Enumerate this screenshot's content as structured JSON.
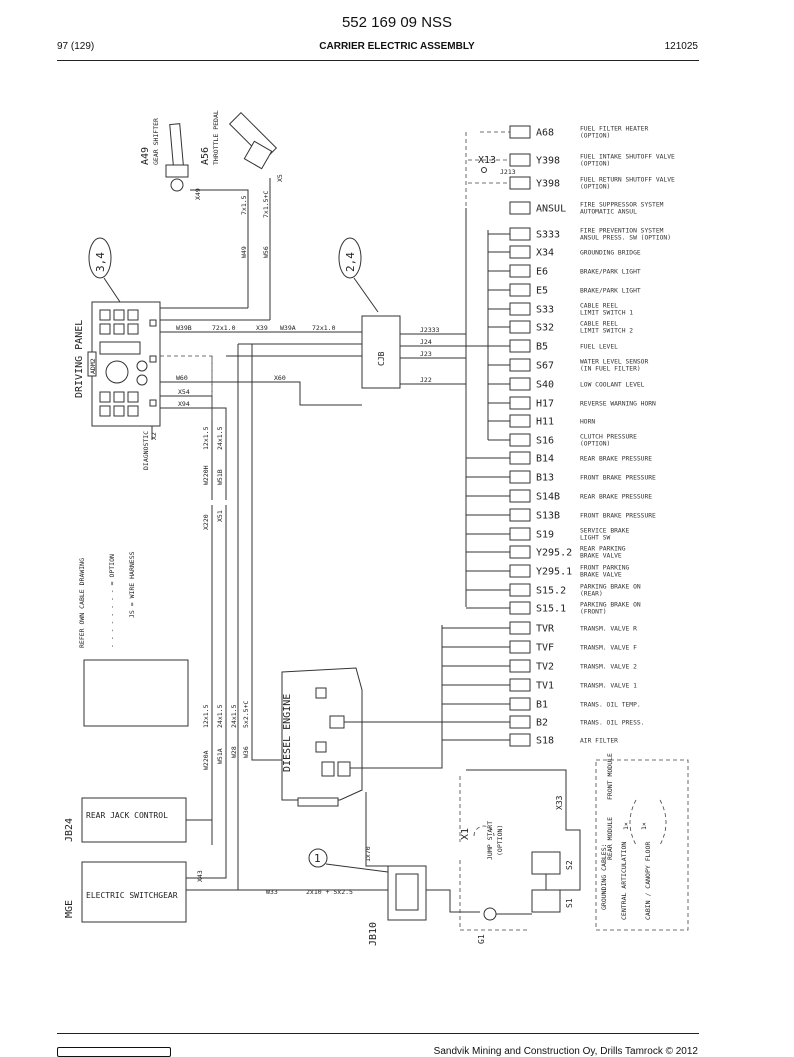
{
  "header": {
    "doc_number": "552 169 09 NSS",
    "page": "97 (129)",
    "title": "CARRIER ELECTRIC ASSEMBLY",
    "date_code": "121025"
  },
  "footer": {
    "company": "Sandvik Mining and Construction Oy, Drills Tamrock © 2012"
  },
  "components": [
    {
      "code": "A68",
      "desc": [
        "FUEL FILTER HEATER",
        "(OPTION)"
      ]
    },
    {
      "code": "Y398",
      "desc": [
        "FUEL INTAKE SHUTOFF VALVE",
        "(OPTION)"
      ]
    },
    {
      "code": "Y398",
      "desc": [
        "FUEL RETURN SHUTOFF VALVE",
        "(OPTION)"
      ]
    },
    {
      "code": "ANSUL",
      "desc": [
        "FIRE SUPPRESSOR SYSTEM",
        "AUTOMATIC ANSUL"
      ]
    },
    {
      "code": "S333",
      "desc": [
        "FIRE PREVENTION SYSTEM",
        "ANSUL PRESS. SW (OPTION)"
      ]
    },
    {
      "code": "X34",
      "desc": [
        "GROUNDING BRIDGE"
      ]
    },
    {
      "code": "E6",
      "desc": [
        "BRAKE/PARK LIGHT"
      ]
    },
    {
      "code": "E5",
      "desc": [
        "BRAKE/PARK LIGHT"
      ]
    },
    {
      "code": "S33",
      "desc": [
        "CABLE REEL",
        "LIMIT SWITCH 1"
      ]
    },
    {
      "code": "S32",
      "desc": [
        "CABLE REEL",
        "LIMIT SWITCH 2"
      ]
    },
    {
      "code": "B5",
      "desc": [
        "FUEL LEVEL"
      ]
    },
    {
      "code": "S67",
      "desc": [
        "WATER LEVEL SENSOR",
        "(IN FUEL FILTER)"
      ]
    },
    {
      "code": "S40",
      "desc": [
        "LOW COOLANT LEVEL"
      ]
    },
    {
      "code": "H17",
      "desc": [
        "REVERSE WARNING HORN"
      ]
    },
    {
      "code": "H11",
      "desc": [
        "HORN"
      ]
    },
    {
      "code": "S16",
      "desc": [
        "CLUTCH PRESSURE",
        "(OPTION)"
      ]
    },
    {
      "code": "B14",
      "desc": [
        "REAR BRAKE PRESSURE"
      ]
    },
    {
      "code": "B13",
      "desc": [
        "FRONT BRAKE PRESSURE"
      ]
    },
    {
      "code": "S14B",
      "desc": [
        "REAR BRAKE PRESSURE"
      ]
    },
    {
      "code": "S13B",
      "desc": [
        "FRONT BRAKE PRESSURE"
      ]
    },
    {
      "code": "S19",
      "desc": [
        "SERVICE BRAKE",
        "LIGHT SW"
      ]
    },
    {
      "code": "Y295.2",
      "desc": [
        "REAR PARKING",
        "BRAKE VALVE"
      ]
    },
    {
      "code": "Y295.1",
      "desc": [
        "FRONT PARKING",
        "BRAKE VALVE"
      ]
    },
    {
      "code": "S15.2",
      "desc": [
        "PARKING BRAKE ON",
        "(REAR)"
      ]
    },
    {
      "code": "S15.1",
      "desc": [
        "PARKING BRAKE ON",
        "(FRONT)"
      ]
    },
    {
      "code": "TVR",
      "desc": [
        "TRANSM. VALVE R"
      ]
    },
    {
      "code": "TVF",
      "desc": [
        "TRANSM. VALVE F"
      ]
    },
    {
      "code": "TV2",
      "desc": [
        "TRANSM. VALVE 2"
      ]
    },
    {
      "code": "TV1",
      "desc": [
        "TRANSM. VALVE 1"
      ]
    },
    {
      "code": "B1",
      "desc": [
        "TRANS. OIL TEMP."
      ]
    },
    {
      "code": "B2",
      "desc": [
        "TRANS. OIL PRESS."
      ]
    },
    {
      "code": "S18",
      "desc": [
        "AIR FILTER"
      ]
    }
  ],
  "labels": {
    "x13": "X13",
    "j213": "J213",
    "a49": "A49",
    "a49_desc": "GEAR SHIFTER",
    "a56": "A56",
    "a56_desc": "THROTTLE PEDAL",
    "x49": "X49",
    "x5": "X5",
    "w49": "W49",
    "w49_sz": "7x1.5",
    "w56": "W56",
    "w56_sz": "7x1.5+C",
    "ref_34": "3,4",
    "ref_24": "2,4",
    "driving_panel": "DRIVING PANEL",
    "adm2": "ADM2",
    "w39b": "W39B",
    "w39b_sz": "72x1.0",
    "x39": "X39",
    "w39a": "W39A",
    "w39a_sz": "72x1.0",
    "cjb": "CJB",
    "j2333": "J2333",
    "j24": "J24",
    "j23": "J23",
    "j22": "J22",
    "w60": "W60",
    "x60": "X60",
    "x54": "X54",
    "x94": "X94",
    "diagnostic": "DIAGNOSTIC",
    "x2": "X2",
    "w220h": "W220H",
    "w220h_sz": "12x1.5",
    "w51b": "W51B",
    "w51b_sz": "24x1.5",
    "x220": "X220",
    "x51": "X51",
    "legend_ref": "REFER OWN CABLE DRAWING",
    "legend_opt": "- - - - - - - - = OPTION",
    "legend_js": "JS = WIRE HARNESS",
    "w220a": "W220A",
    "w220a_sz": "12x1.5",
    "w51a": "W51A",
    "w51a_sz": "24x1.5",
    "w28": "W28",
    "w28_sz": "24x1.5",
    "w36": "W36",
    "w36_sz": "5x2.5+C",
    "diesel_engine": "DIESEL ENGINE",
    "jb24": "JB24",
    "rear_jack": "REAR JACK CONTROL",
    "mge": "MGE",
    "switchgear": "ELECTRIC SWITCHGEAR",
    "x43": "X43",
    "w33": "W33",
    "w33_sz": "2x10 + 5x2.5",
    "ref_1": "1",
    "jb10": "JB10",
    "lx70": "1x70",
    "x1": "X1",
    "jump_start": "JUMP START",
    "option": "(OPTION)",
    "x33": "X33",
    "s1": "S1",
    "s2": "S2",
    "g1": "G1",
    "grounding": "GROUNDING CABLES:",
    "g_front": "FRONT MODULE",
    "g_rear": "REAR MODULE",
    "g_central": "CENTRAL ARTICULATION",
    "g_cabin": "CABIN / CANOPY FLOOR",
    "g_1a": "1×",
    "g_1b": "1×"
  }
}
